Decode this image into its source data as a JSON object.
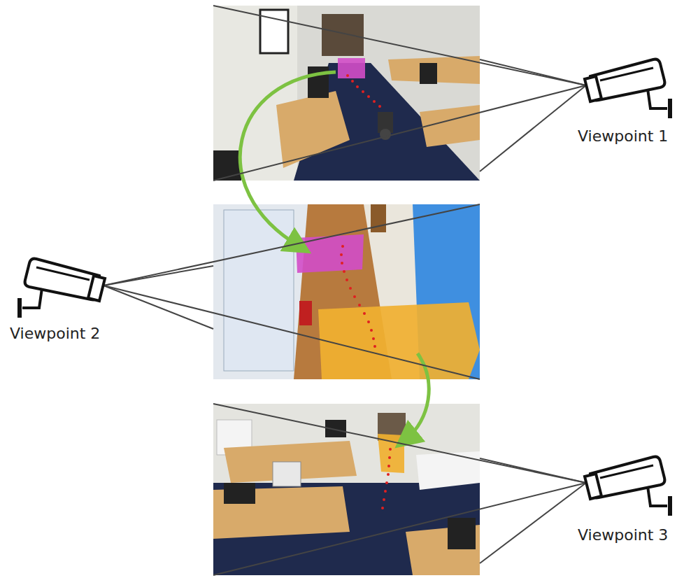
{
  "diagram": {
    "nodes": [
      {
        "text": [
          "Viewpoint 1"
        ]
      },
      {
        "text": [
          "Viewpoint 2"
        ]
      },
      {
        "text": [
          "Viewpoint 3"
        ]
      }
    ]
  }
}
